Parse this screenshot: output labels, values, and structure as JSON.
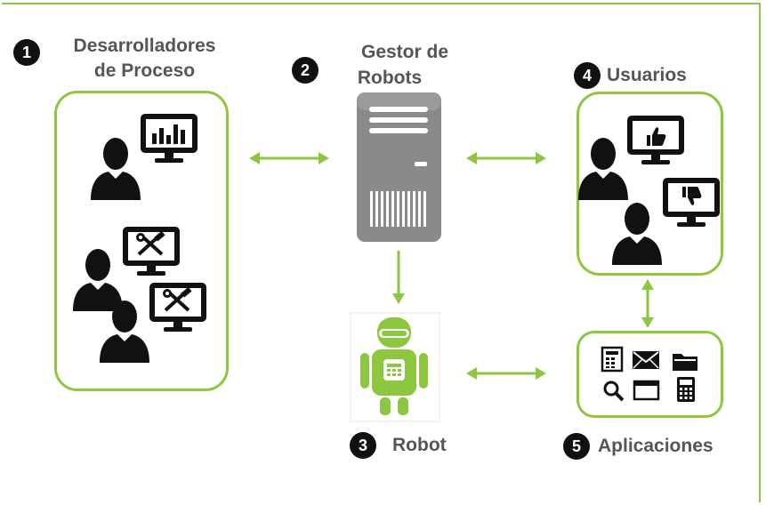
{
  "nodes": {
    "developers": {
      "number": "1",
      "line1": "Desarrolladores",
      "line2": "de Proceso"
    },
    "manager": {
      "number": "2",
      "line1": "Gestor de",
      "line2": "Robots"
    },
    "robot": {
      "number": "3",
      "label": "Robot"
    },
    "users": {
      "number": "4",
      "label": "Usuarios"
    },
    "apps": {
      "number": "5",
      "label": "Aplicaciones"
    }
  },
  "colors": {
    "accent": "#8dc63f",
    "label": "#555555",
    "icon": "#111111",
    "server": "#8a8a8a",
    "robot": "#8dc63f"
  },
  "icons": {
    "developers": [
      "person-icon",
      "monitor-chart-icon",
      "person-icon",
      "monitor-tools-icon",
      "person-icon",
      "monitor-tools-icon"
    ],
    "users": [
      "person-icon",
      "monitor-thumbs-up-icon",
      "person-icon",
      "monitor-thumbs-down-icon"
    ],
    "apps": [
      "spreadsheet-icon",
      "mail-icon",
      "folder-icon",
      "search-icon",
      "window-icon",
      "calculator-icon"
    ],
    "manager": "server-icon",
    "robot": "robot-icon"
  }
}
